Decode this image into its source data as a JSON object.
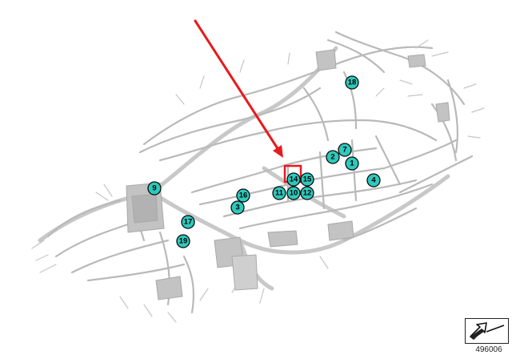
{
  "diagram": {
    "reference_number": "496006",
    "highlight_color": "#e8191c",
    "callout_color": "#2ec9bd",
    "wire_color": "#b9b9b9",
    "callouts": [
      {
        "id": "1",
        "label": "1"
      },
      {
        "id": "2",
        "label": "2"
      },
      {
        "id": "3",
        "label": "3"
      },
      {
        "id": "4",
        "label": "4"
      },
      {
        "id": "7",
        "label": "7"
      },
      {
        "id": "9",
        "label": "9"
      },
      {
        "id": "10",
        "label": "10"
      },
      {
        "id": "11",
        "label": "11"
      },
      {
        "id": "12",
        "label": "12"
      },
      {
        "id": "14",
        "label": "14",
        "highlighted": true
      },
      {
        "id": "15",
        "label": "15"
      },
      {
        "id": "16",
        "label": "16"
      },
      {
        "id": "17",
        "label": "17"
      },
      {
        "id": "18",
        "label": "18"
      },
      {
        "id": "19",
        "label": "19"
      }
    ],
    "nav_icon": "arrow-down-left-icon"
  }
}
